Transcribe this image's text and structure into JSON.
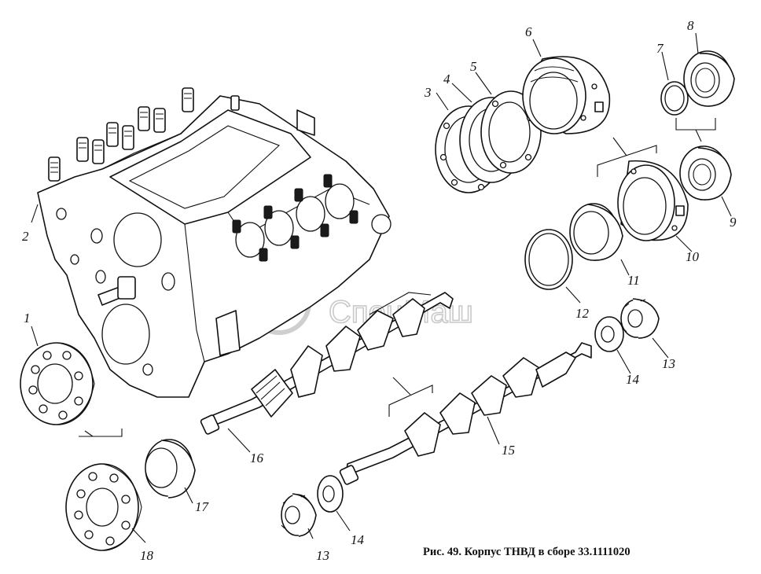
{
  "caption": "Рис. 49. Корпус ТНВД в сборе 33.1111020",
  "watermark": "СпецМаш",
  "callouts": [
    "1",
    "2",
    "3",
    "4",
    "5",
    "6",
    "7",
    "8",
    "9",
    "10",
    "11",
    "12",
    "13",
    "14",
    "15",
    "16",
    "17",
    "18",
    "13",
    "14"
  ],
  "colors": {
    "ink": "#111111",
    "paper": "#ffffff",
    "watermark": "#c9c9c9"
  }
}
